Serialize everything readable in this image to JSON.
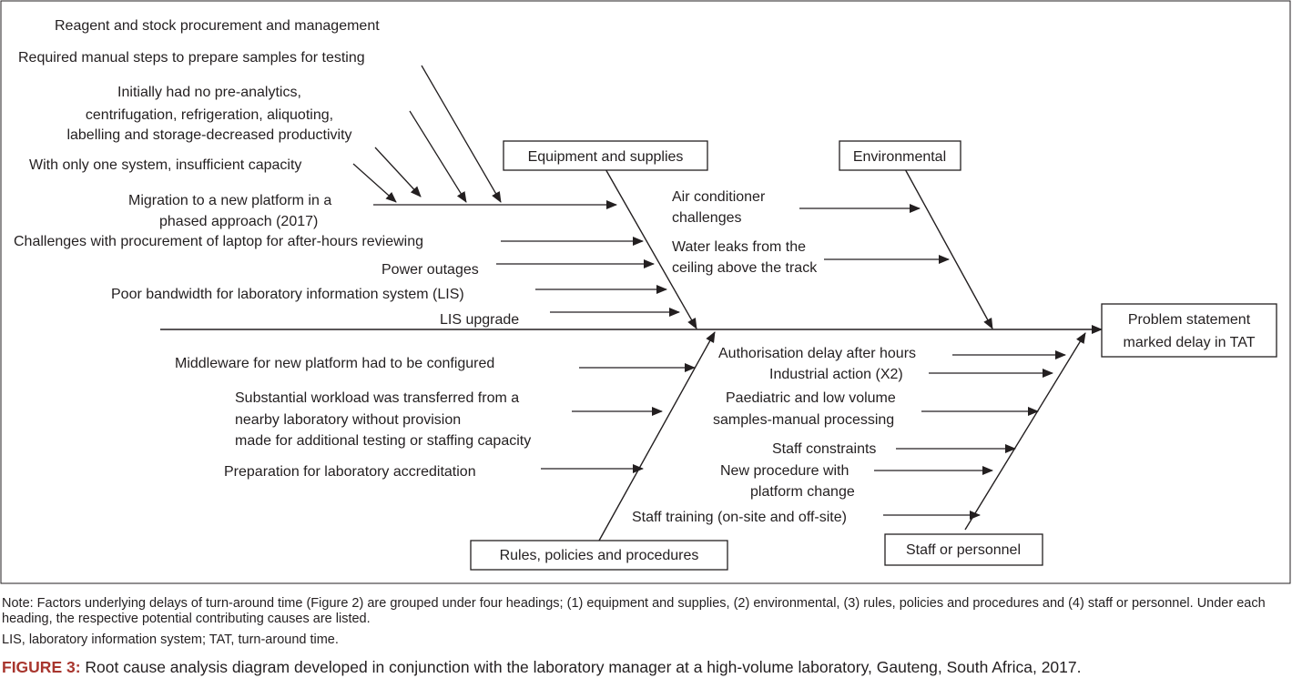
{
  "diagram": {
    "problem": [
      "Problem statement",
      "marked delay in TAT"
    ],
    "categories": {
      "equipment": "Equipment and supplies",
      "environmental": "Environmental",
      "rules": "Rules, policies and procedures",
      "staff": "Staff or personnel"
    },
    "equipment_causes": [
      [
        "Reagent and stock procurement and management"
      ],
      [
        "Required manual steps to prepare samples for testing"
      ],
      [
        "Initially had no pre-analytics,",
        "centrifugation, refrigeration, aliquoting,",
        "labelling and storage-decreased productivity"
      ],
      [
        "With only one system, insufficient capacity"
      ],
      [
        "Migration to a new platform in a",
        "phased approach (2017)"
      ],
      [
        "Challenges with procurement of laptop for after-hours reviewing"
      ],
      [
        "Power outages"
      ],
      [
        "Poor bandwidth for laboratory information system (LIS)"
      ],
      [
        "LIS upgrade"
      ]
    ],
    "environmental_causes": [
      [
        "Air conditioner",
        "challenges"
      ],
      [
        "Water leaks from the",
        "ceiling above the  track"
      ]
    ],
    "rules_causes": [
      [
        "Middleware  for new platform had to be configured"
      ],
      [
        "Substantial workload was transferred from a",
        "nearby laboratory without provision",
        "made for additional testing or staffing capacity"
      ],
      [
        "Preparation for laboratory accreditation"
      ]
    ],
    "staff_causes": [
      [
        "Authorisation delay after hours"
      ],
      [
        "Industrial action (X2)"
      ],
      [
        "Paediatric and low volume",
        "samples-manual processing"
      ],
      [
        "Staff constraints"
      ],
      [
        "New procedure with",
        "platform change"
      ],
      [
        "Staff training (on-site and off-site)"
      ]
    ]
  },
  "note": "Note: Factors underlying delays of turn-around time (Figure 2) are grouped under four headings; (1) equipment and supplies, (2) environmental, (3) rules, policies and procedures and (4) staff or personnel. Under each heading, the respective potential contributing causes are listed.",
  "abbreviations": "LIS, laboratory information system; TAT, turn-around time.",
  "caption": {
    "label": "FIGURE 3:",
    "text": " Root cause analysis diagram developed in conjunction with the laboratory manager at a high-volume laboratory, Gauteng, South Africa, 2017."
  }
}
